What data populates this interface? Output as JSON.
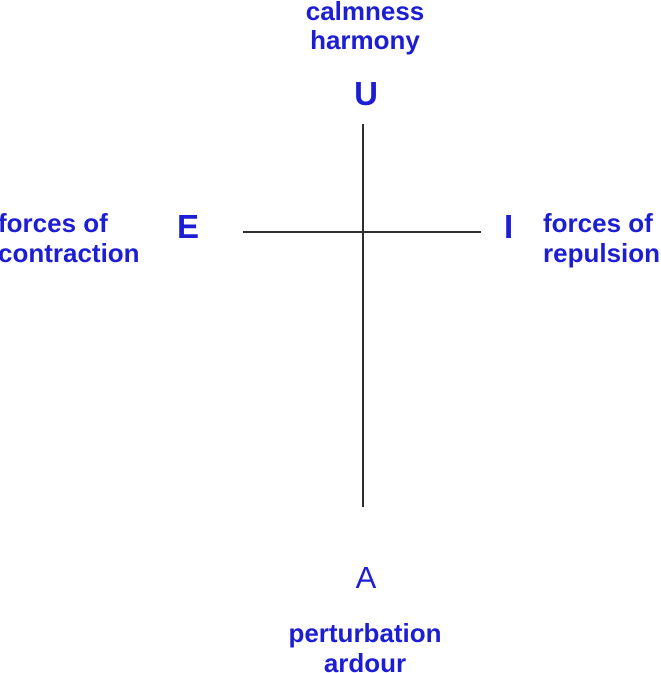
{
  "figure": {
    "colors": {
      "label_blue": "#1d1dd3",
      "axis_dark": "#2e2e2e"
    },
    "top": {
      "quality_line1": "calmness",
      "quality_line2": "harmony",
      "vowel": "U"
    },
    "left": {
      "quality_line1": "forces of",
      "quality_line2": "contraction",
      "vowel": "E"
    },
    "right": {
      "quality_line1": "forces of",
      "quality_line2": "repulsion",
      "vowel": "I"
    },
    "bottom": {
      "vowel": "A",
      "quality_line1": "perturbation",
      "quality_line2": "ardour"
    }
  }
}
